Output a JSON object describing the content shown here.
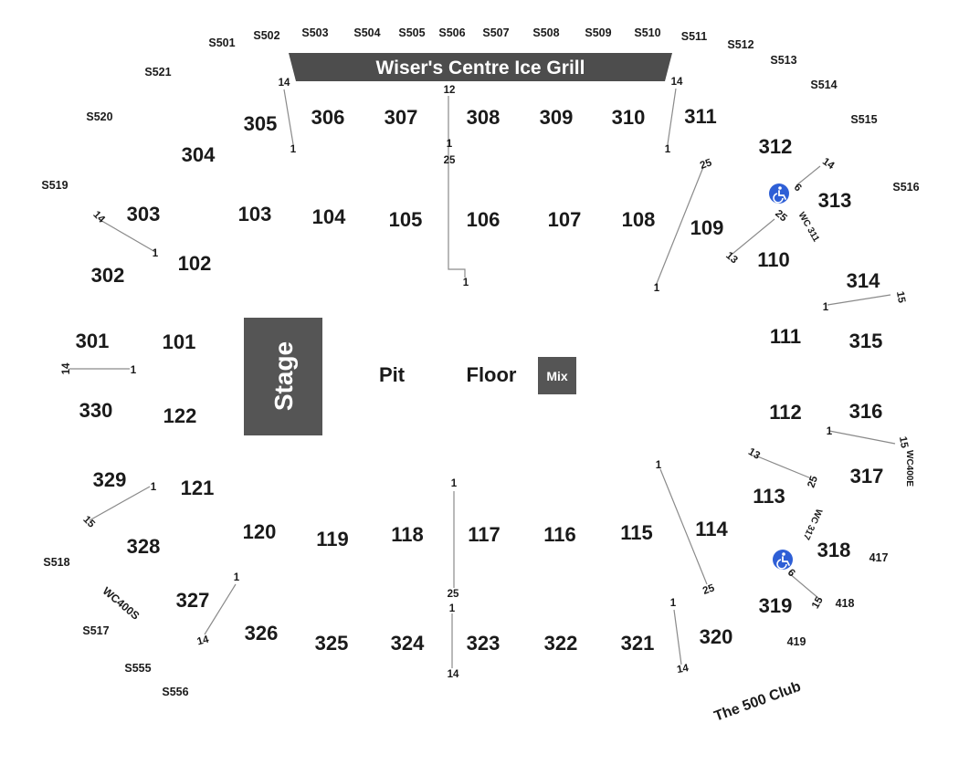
{
  "banner": {
    "label": "Wiser's Centre Ice Grill",
    "color": "#4d4d4d"
  },
  "stage": {
    "label": "Stage",
    "color": "#555555"
  },
  "floor": {
    "pit_label": "Pit",
    "floor_label": "Floor",
    "mix_label": "Mix",
    "mix_color": "#555555"
  },
  "club": {
    "label": "The 500 Club"
  },
  "accessibility_color": "#2e5fd6",
  "accessibility_icon": "wheelchair-icon",
  "suites": [
    "S501",
    "S502",
    "S503",
    "S504",
    "S505",
    "S506",
    "S507",
    "S508",
    "S509",
    "S510",
    "S511",
    "S512",
    "S513",
    "S514",
    "S515",
    "S516",
    "S517",
    "S518",
    "S519",
    "S520",
    "S521",
    "S555",
    "S556"
  ],
  "sections_300": [
    "301",
    "302",
    "303",
    "304",
    "305",
    "306",
    "307",
    "308",
    "309",
    "310",
    "311",
    "312",
    "313",
    "314",
    "315",
    "316",
    "317",
    "318",
    "319",
    "320",
    "321",
    "322",
    "323",
    "324",
    "325",
    "326",
    "327",
    "328",
    "329",
    "330"
  ],
  "sections_100": [
    "101",
    "102",
    "103",
    "104",
    "105",
    "106",
    "107",
    "108",
    "109",
    "110",
    "111",
    "112",
    "113",
    "114",
    "115",
    "116",
    "117",
    "118",
    "119",
    "120",
    "121",
    "122"
  ],
  "sections_400": [
    "417",
    "418",
    "419"
  ],
  "wc_labels": [
    "WC 311",
    "WC400E",
    "WC 317",
    "WC400S"
  ],
  "row_labels": {
    "top_left_aisle": [
      "14",
      "1"
    ],
    "top_center_aisle": [
      "12",
      "1",
      "25",
      "1"
    ],
    "top_right_aisle": [
      "14",
      "1"
    ],
    "right_109_aisle": [
      "25",
      "1"
    ],
    "wc311_a": [
      "14",
      "6"
    ],
    "wc311_b": [
      "25",
      "13"
    ],
    "right_314_aisle": [
      "15",
      "1"
    ],
    "left_303_aisle": [
      "14",
      "1"
    ],
    "left_301_aisle": [
      "14",
      "1"
    ],
    "right_316_aisle": [
      "1",
      "15"
    ],
    "wc317_a": [
      "13",
      "25"
    ],
    "left_329_aisle": [
      "1",
      "15"
    ],
    "bottom_center_aisle": [
      "1",
      "25",
      "1",
      "14"
    ],
    "right_114_aisle": [
      "1",
      "25"
    ],
    "left_327_aisle": [
      "1",
      "14"
    ],
    "wc317_b": [
      "6",
      "15"
    ],
    "right_320_aisle": [
      "1",
      "14"
    ]
  }
}
